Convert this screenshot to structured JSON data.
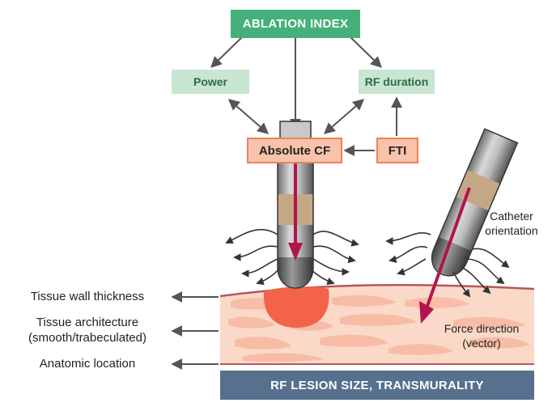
{
  "title": "ABLATION INDEX",
  "nodes": {
    "power": "Power",
    "rf_duration": "RF duration",
    "absolute_cf": "Absolute CF",
    "fti": "FTI"
  },
  "labels": {
    "catheter_orientation_1": "Catheter",
    "catheter_orientation_2": "orientation",
    "force_direction_1": "Force direction",
    "force_direction_2": "(vector)",
    "tissue_wall_thickness": "Tissue wall thickness",
    "tissue_architecture_1": "Tissue architecture",
    "tissue_architecture_2": "(smooth/trabeculated)",
    "anatomic_location": "Anatomic location"
  },
  "bottom_bar": "RF LESION SIZE, TRANSMURALITY",
  "colors": {
    "title_green": "#46b07a",
    "node_green": "#c8e6d2",
    "cf_salmon": "#f9c2ab",
    "tissue": "#fbd9c8",
    "lesion": "#f2634a",
    "force_arrow": "#b3134d",
    "bar": "#56708e"
  }
}
